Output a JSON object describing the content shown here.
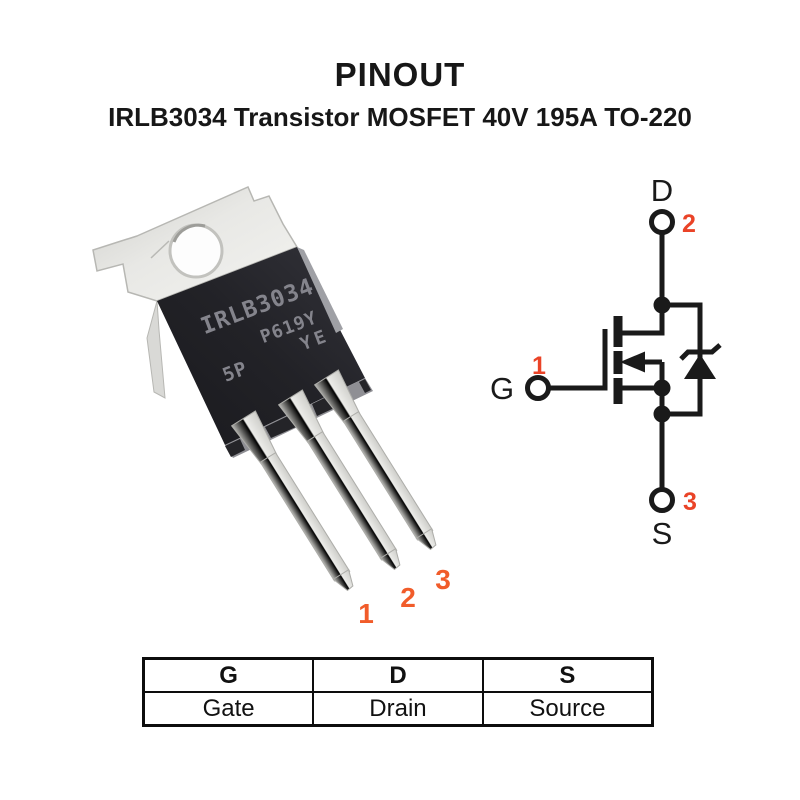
{
  "header": {
    "title": "PINOUT",
    "subtitle": "IRLB3034 Transistor MOSFET 40V 195A TO-220"
  },
  "photo": {
    "package_type": "TO-220",
    "markings": {
      "line1": "IRLB3034",
      "line2": "P619Y",
      "line3": "YE",
      "line4": "5P"
    },
    "pin_labels": [
      {
        "num": "1"
      },
      {
        "num": "2"
      },
      {
        "num": "3"
      }
    ]
  },
  "schematic": {
    "terminals": [
      {
        "letter": "G",
        "pin": "1"
      },
      {
        "letter": "D",
        "pin": "2"
      },
      {
        "letter": "S",
        "pin": "3"
      }
    ]
  },
  "pin_table": {
    "headers": [
      "G",
      "D",
      "S"
    ],
    "values": [
      "Gate",
      "Drain",
      "Source"
    ]
  },
  "colors": {
    "pin_number_accent": "#f15c2a",
    "schematic_pin_accent": "#ea4327",
    "schematic_line": "#1a1a1a",
    "text": "#171717"
  }
}
